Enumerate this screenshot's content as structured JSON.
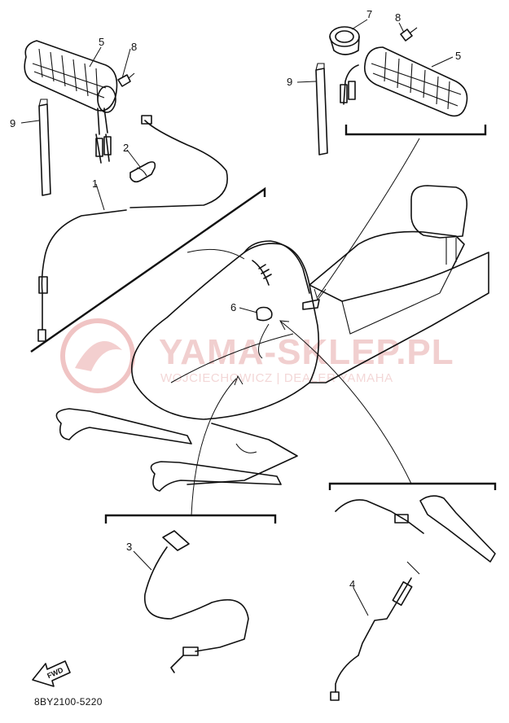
{
  "diagram": {
    "part_code": "8BY2100-5220",
    "watermark": {
      "brand": "YAMA-SKLEP.PL",
      "subtitle": "WOJCIECHOWICZ | DEALER YAMAHA"
    },
    "fwd_label": "FWD",
    "callouts": {
      "c1": "1",
      "c2": "2",
      "c3": "3",
      "c4": "4",
      "c5_left": "5",
      "c5_right": "5",
      "c6": "6",
      "c7": "7",
      "c8_left": "8",
      "c8_right": "8",
      "c9_left": "9",
      "c9_right": "9"
    }
  }
}
